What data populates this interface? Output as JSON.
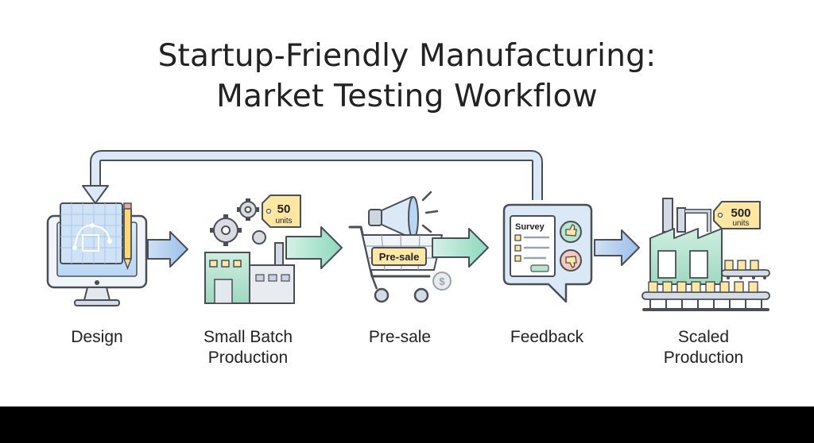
{
  "title": {
    "line1": "Startup-Friendly Manufacturing:",
    "line2": "Market Testing Workflow"
  },
  "steps": [
    {
      "label": "Design",
      "icon": "computer-blueprint-icon"
    },
    {
      "label_line1": "Small Batch",
      "label_line2": "Production",
      "icon": "small-factory-icon",
      "badge_value": "50",
      "badge_unit": "units"
    },
    {
      "label": "Pre-sale",
      "icon": "shopping-cart-icon",
      "sign_text": "Pre-sale"
    },
    {
      "label": "Feedback",
      "icon": "survey-icon",
      "survey_title": "Survey"
    },
    {
      "label_line1": "Scaled",
      "label_line2": "Production",
      "icon": "large-factory-icon",
      "badge_value": "500",
      "badge_unit": "units"
    }
  ],
  "colors": {
    "arrow_blue": "#a9c8ec",
    "arrow_green": "#9fdcc8",
    "outline": "#4a4f57",
    "tag_yellow": "#fde7a3",
    "factory_green": "#b9e4d0"
  }
}
